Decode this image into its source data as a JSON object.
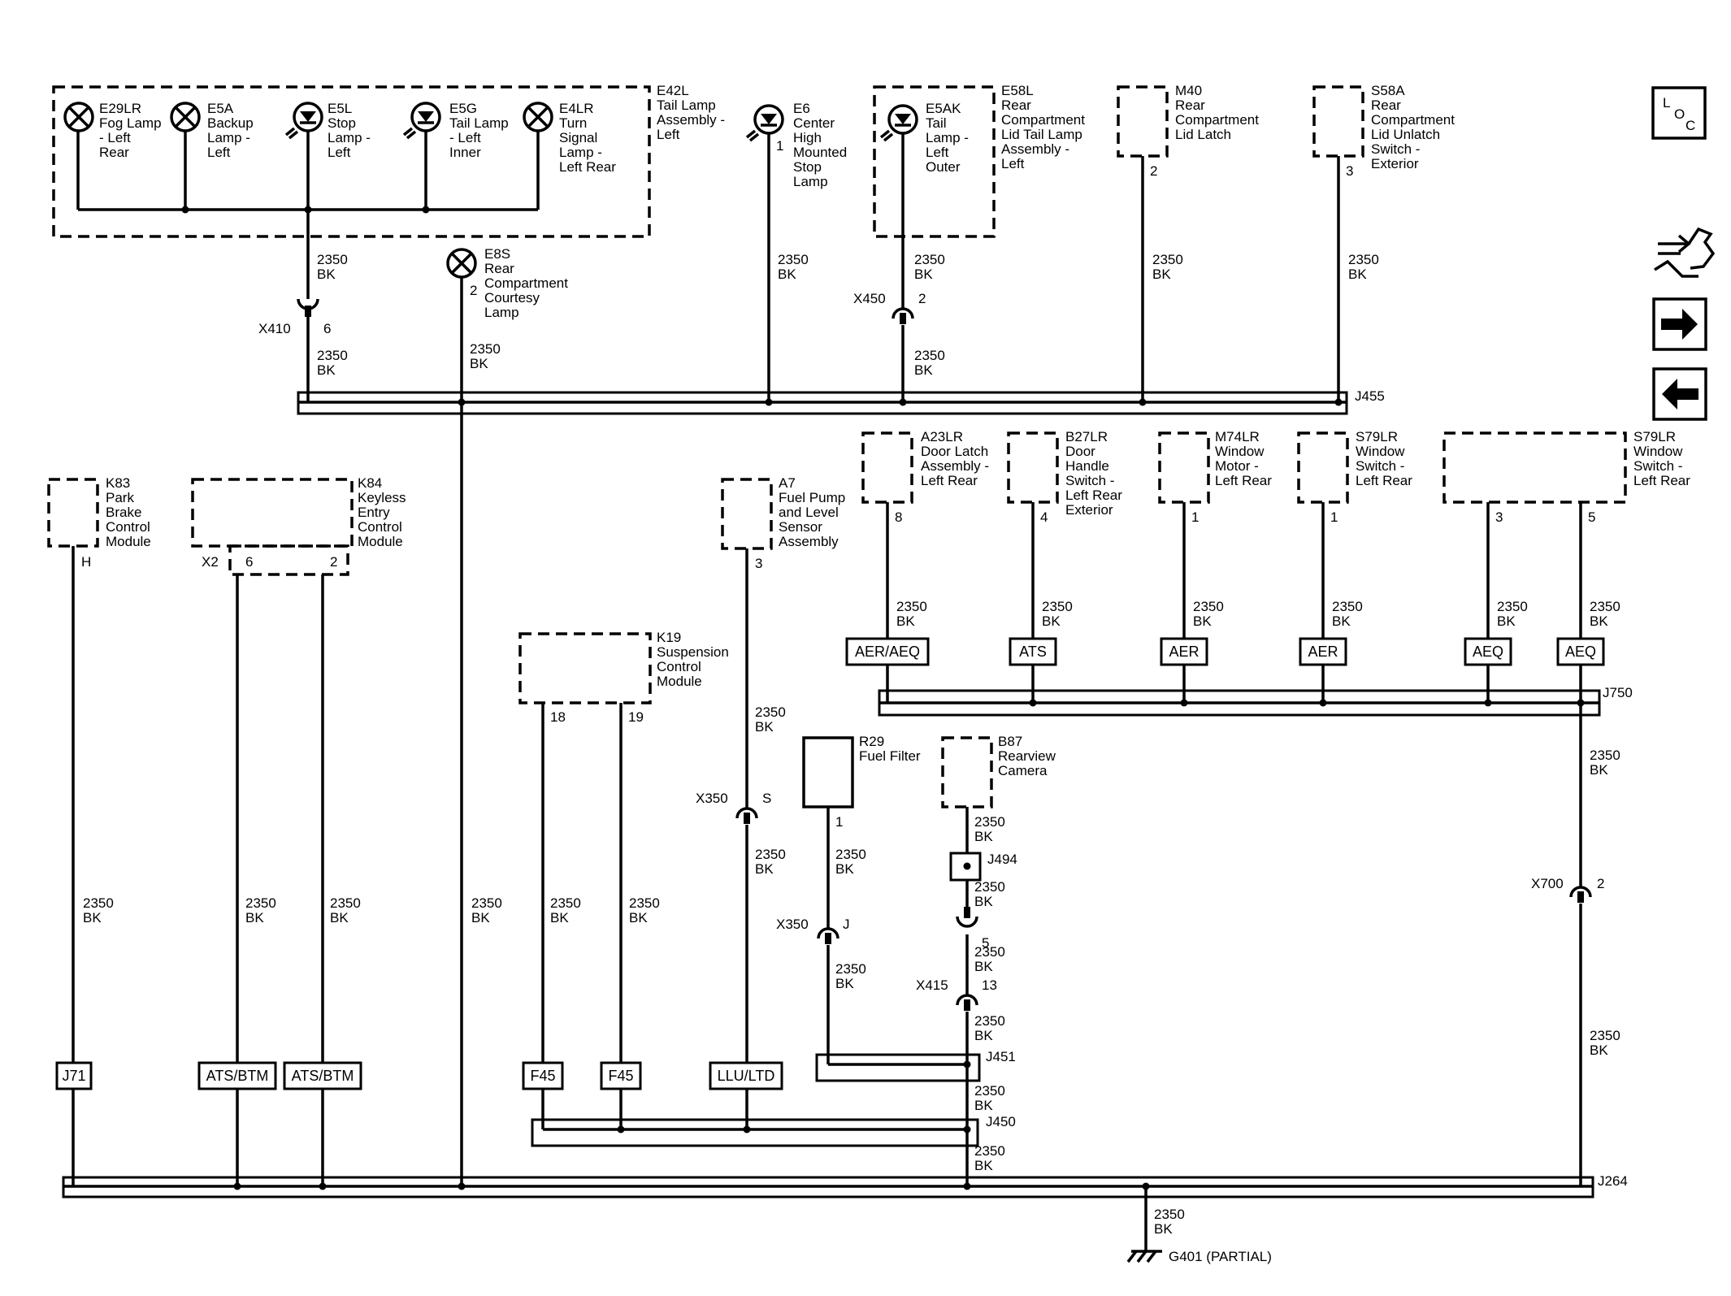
{
  "components": {
    "e29lr": [
      "E29LR",
      "Fog Lamp",
      "- Left",
      "Rear"
    ],
    "e5a": [
      "E5A",
      "Backup",
      "Lamp -",
      "Left"
    ],
    "e5l": [
      "E5L",
      "Stop",
      "Lamp -",
      "Left"
    ],
    "e5g": [
      "E5G",
      "Tail Lamp",
      "- Left",
      "Inner"
    ],
    "e4lr": [
      "E4LR",
      "Turn",
      "Signal",
      "Lamp -",
      "Left Rear"
    ],
    "e42l": [
      "E42L",
      "Tail Lamp",
      "Assembly -",
      "Left"
    ],
    "e6": [
      "E6",
      "Center",
      "High",
      "Mounted",
      "Stop",
      "Lamp"
    ],
    "e5ak": [
      "E5AK",
      "Tail",
      "Lamp -",
      "Left",
      "Outer"
    ],
    "e58l": [
      "E58L",
      "Rear",
      "Compartment",
      "Lid Tail Lamp",
      "Assembly -",
      "Left"
    ],
    "m40": [
      "M40",
      "Rear",
      "Compartment",
      "Lid Latch"
    ],
    "s58a": [
      "S58A",
      "Rear",
      "Compartment",
      "Lid Unlatch",
      "Switch -",
      "Exterior"
    ],
    "e8s": [
      "E8S",
      "Rear",
      "Compartment",
      "Courtesy",
      "Lamp"
    ],
    "a23lr": [
      "A23LR",
      "Door Latch",
      "Assembly -",
      "Left Rear"
    ],
    "b27lr": [
      "B27LR",
      "Door",
      "Handle",
      "Switch -",
      "Left Rear",
      "Exterior"
    ],
    "m74lr": [
      "M74LR",
      "Window",
      "Motor -",
      "Left Rear"
    ],
    "s79lr_a": [
      "S79LR",
      "Window",
      "Switch -",
      "Left Rear"
    ],
    "s79lr_b": [
      "S79LR",
      "Window",
      "Switch -",
      "Left Rear"
    ],
    "k83": [
      "K83",
      "Park",
      "Brake",
      "Control",
      "Module"
    ],
    "k84": [
      "K84",
      "Keyless",
      "Entry",
      "Control",
      "Module"
    ],
    "a7": [
      "A7",
      "Fuel Pump",
      "and Level",
      "Sensor",
      "Assembly"
    ],
    "k19": [
      "K19",
      "Suspension",
      "Control",
      "Module"
    ],
    "r29": [
      "R29",
      "Fuel Filter"
    ],
    "b87": [
      "B87",
      "Rearview",
      "Camera"
    ]
  },
  "wire": {
    "gauge": "2350",
    "color": "BK"
  },
  "pins": {
    "e8s": "2",
    "e6": "1",
    "m40": "2",
    "s58a": "3",
    "a23lr": "8",
    "b27lr": "4",
    "m74lr": "1",
    "s79lr_a": "1",
    "s79lr_b_1": "3",
    "s79lr_b_2": "5",
    "k83": "H",
    "k84_conn": "X2",
    "k84_1": "6",
    "k84_2": "2",
    "a7": "3",
    "k19_1": "18",
    "k19_2": "19",
    "r29": "1"
  },
  "connectors": {
    "x410": {
      "name": "X410",
      "pin": "6"
    },
    "x450": {
      "name": "X450",
      "pin": "2"
    },
    "x350s": {
      "name": "X350",
      "pin": "S"
    },
    "x350j": {
      "name": "X350",
      "pin": "J"
    },
    "x700": {
      "name": "X700",
      "pin": "2"
    },
    "x415": {
      "name": "X415",
      "pin": "13"
    },
    "b87_inline_pin": "5"
  },
  "splices": {
    "j455": "J455",
    "j750": "J750",
    "j494": "J494",
    "j451": "J451",
    "j450": "J450",
    "j264": "J264"
  },
  "option_labels": {
    "a23lr": "AER/AEQ",
    "b27lr": "ATS",
    "m74lr": "AER",
    "s79lr_a": "AER",
    "s79lr_b_1": "AEQ",
    "s79lr_b_2": "AEQ",
    "k83": "J71",
    "k84_1": "ATS/BTM",
    "k84_2": "ATS/BTM",
    "k19_1": "F45",
    "k19_2": "F45",
    "a7": "LLU/LTD"
  },
  "ground": {
    "name": "G401 (PARTIAL)"
  },
  "nav": {
    "loc_l": "L",
    "loc_o": "O",
    "loc_c": "C",
    "nav_icons": [
      "connector-tools-icon",
      "next-arrow-icon",
      "previous-arrow-icon"
    ]
  }
}
